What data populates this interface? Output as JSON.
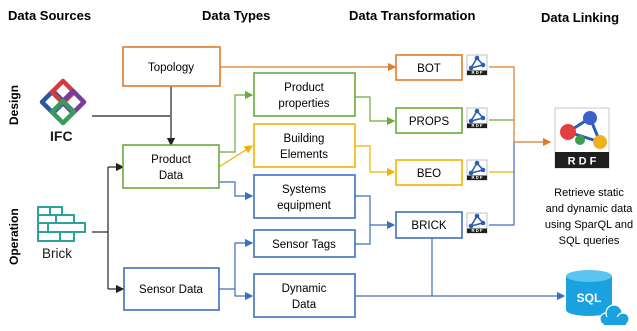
{
  "headers": {
    "sources": "Data Sources",
    "types": "Data Types",
    "transformation": "Data Transformation",
    "linking": "Data Linking"
  },
  "side_labels": {
    "design": "Design",
    "operation": "Operation"
  },
  "sources": {
    "ifc": "IFC",
    "brick": "Brick"
  },
  "boxes": {
    "topology": "Topology",
    "product_data": [
      "Product",
      "Data"
    ],
    "sensor_data": "Sensor Data",
    "product_properties": [
      "Product",
      "properties"
    ],
    "building_elements": [
      "Building",
      "Elements"
    ],
    "systems_equipment": [
      "Systems",
      "equipment"
    ],
    "sensor_tags": "Sensor Tags",
    "dynamic_data": [
      "Dynamic",
      "Data"
    ],
    "bot": "BOT",
    "props": "PROPS",
    "beo": "BEO",
    "brick": "BRICK"
  },
  "rdf_label": "R D F",
  "sql_label": "SQL",
  "linking_note": [
    "Retrieve static",
    "and dynamic data",
    "using SparQL and",
    "SQL queries"
  ],
  "colors": {
    "orange": "#e07b2a",
    "green": "#6aaa3a",
    "yellow": "#f2b200",
    "blue": "#3c6fbe",
    "black": "#222222",
    "sql": "#1aa1e0"
  }
}
